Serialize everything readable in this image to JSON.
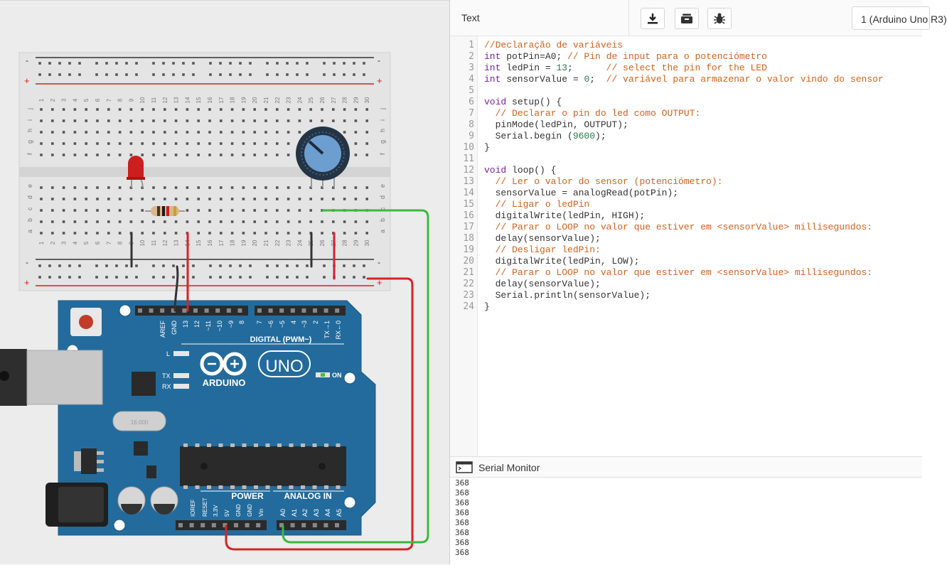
{
  "toolbar": {
    "tab_text": "Text",
    "download_icon": "download-icon",
    "library_icon": "library-icon",
    "debug_icon": "bug-icon",
    "board_select": "1 (Arduino Uno R3)"
  },
  "board": {
    "digital_header": "DIGITAL (PWM~)",
    "brand": "ARDUINO",
    "model": "UNO",
    "on_label": "ON",
    "power_label": "POWER",
    "analog_label": "ANALOG IN",
    "crystal": "16.000",
    "led_l": "L",
    "led_tx": "TX",
    "led_rx": "RX",
    "power_pins": [
      "IOREF",
      "RESET",
      "3.3V",
      "5V",
      "GND",
      "GND",
      "Vin"
    ],
    "analog_pins": [
      "A0",
      "A1",
      "A2",
      "A3",
      "A4",
      "A5"
    ],
    "digital_pins": [
      "AREF",
      "GND",
      "13",
      "12",
      "~11",
      "~10",
      "~9",
      "8",
      "7",
      "~6",
      "~5",
      "4",
      "~3",
      "2",
      "TX→1",
      "RX←0"
    ]
  },
  "breadboard": {
    "rows_top": [
      "j",
      "i",
      "h",
      "g",
      "f"
    ],
    "rows_bottom": [
      "e",
      "d",
      "c",
      "b",
      "a"
    ],
    "columns": [
      "1",
      "2",
      "3",
      "4",
      "5",
      "6",
      "7",
      "8",
      "9",
      "10",
      "11",
      "12",
      "13",
      "14",
      "15",
      "16",
      "17",
      "18",
      "19",
      "20",
      "21",
      "22",
      "23",
      "24",
      "25",
      "26",
      "27",
      "28",
      "29",
      "30"
    ],
    "minus": "-",
    "plus": "+"
  },
  "code": {
    "line_numbers": [
      "1",
      "2",
      "3",
      "4",
      "5",
      "6",
      "7",
      "8",
      "9",
      "10",
      "11",
      "12",
      "13",
      "14",
      "15",
      "16",
      "17",
      "18",
      "19",
      "20",
      "21",
      "22",
      "23",
      "24"
    ],
    "lines": [
      [
        {
          "t": "cm",
          "v": "//Declaração de variáveis"
        }
      ],
      [
        {
          "t": "kw",
          "v": "int"
        },
        {
          "t": "",
          "v": " potPin=A0; "
        },
        {
          "t": "cm",
          "v": "// Pin de input para o potenciómetro"
        }
      ],
      [
        {
          "t": "kw",
          "v": "int"
        },
        {
          "t": "",
          "v": " ledPin = "
        },
        {
          "t": "nm",
          "v": "13"
        },
        {
          "t": "",
          "v": ";      "
        },
        {
          "t": "cm",
          "v": "// select the pin for the LED"
        }
      ],
      [
        {
          "t": "kw",
          "v": "int"
        },
        {
          "t": "",
          "v": " sensorValue = "
        },
        {
          "t": "nm",
          "v": "0"
        },
        {
          "t": "",
          "v": ";  "
        },
        {
          "t": "cm",
          "v": "// variável para armazenar o valor vindo do sensor"
        }
      ],
      [],
      [
        {
          "t": "kw",
          "v": "void"
        },
        {
          "t": "",
          "v": " setup() {"
        }
      ],
      [
        {
          "t": "",
          "v": "  "
        },
        {
          "t": "cm",
          "v": "// Declarar o pin do led como OUTPUT:"
        }
      ],
      [
        {
          "t": "",
          "v": "  pinMode(ledPin, OUTPUT);"
        }
      ],
      [
        {
          "t": "",
          "v": "  Serial.begin ("
        },
        {
          "t": "nm",
          "v": "9600"
        },
        {
          "t": "",
          "v": ");"
        }
      ],
      [
        {
          "t": "",
          "v": "}"
        }
      ],
      [],
      [
        {
          "t": "kw",
          "v": "void"
        },
        {
          "t": "",
          "v": " loop() {"
        }
      ],
      [
        {
          "t": "",
          "v": "  "
        },
        {
          "t": "cm",
          "v": "// Ler o valor do sensor (potenciómetro):"
        }
      ],
      [
        {
          "t": "",
          "v": "  sensorValue = analogRead(potPin);"
        }
      ],
      [
        {
          "t": "",
          "v": "  "
        },
        {
          "t": "cm",
          "v": "// Ligar o ledPin"
        }
      ],
      [
        {
          "t": "",
          "v": "  digitalWrite(ledPin, HIGH);"
        }
      ],
      [
        {
          "t": "",
          "v": "  "
        },
        {
          "t": "cm",
          "v": "// Parar o LOOP no valor que estiver em <sensorValue> millisegundos:"
        }
      ],
      [
        {
          "t": "",
          "v": "  delay(sensorValue);"
        }
      ],
      [
        {
          "t": "",
          "v": "  "
        },
        {
          "t": "cm",
          "v": "// Desligar ledPin:"
        }
      ],
      [
        {
          "t": "",
          "v": "  digitalWrite(ledPin, LOW);"
        }
      ],
      [
        {
          "t": "",
          "v": "  "
        },
        {
          "t": "cm",
          "v": "// Parar o LOOP no valor que estiver em <sensorValue> millisegundos:"
        }
      ],
      [
        {
          "t": "",
          "v": "  delay(sensorValue);"
        }
      ],
      [
        {
          "t": "",
          "v": "  Serial.println(sensorValue);"
        }
      ],
      [
        {
          "t": "",
          "v": "}"
        }
      ]
    ]
  },
  "serial": {
    "title": "Serial Monitor",
    "icon": "serial-monitor-icon",
    "lines": [
      "368",
      "368",
      "368",
      "368",
      "368",
      "368",
      "368",
      "368"
    ]
  }
}
